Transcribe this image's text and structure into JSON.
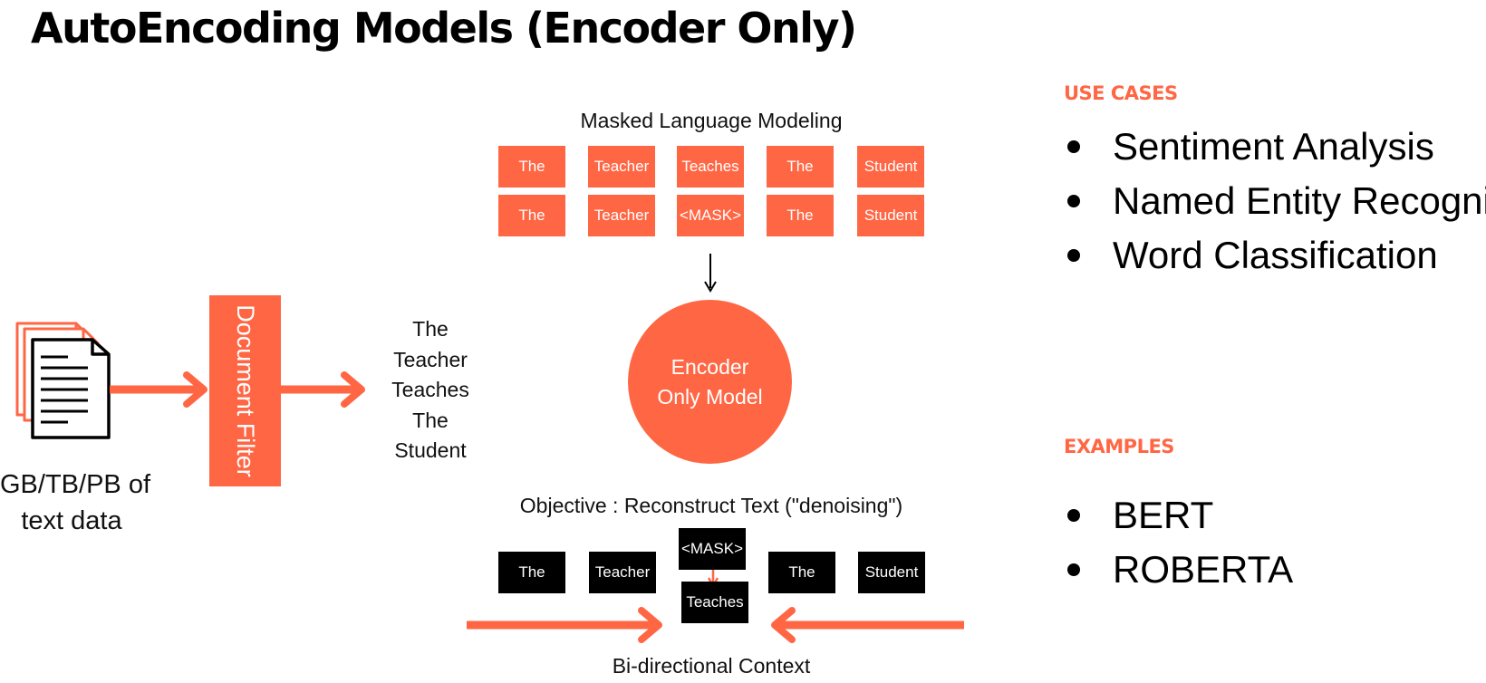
{
  "title": "AutoEncoding Models (Encoder Only)",
  "input": {
    "data_label_line1": "GB/TB/PB of",
    "data_label_line2": "text data",
    "filter_label": "Document Filter",
    "sentence_words": [
      "The",
      "Teacher",
      "Teaches",
      "The",
      "Student"
    ]
  },
  "mlm": {
    "label": "Masked Language Modeling",
    "original_tokens": [
      "The",
      "Teacher",
      "Teaches",
      "The",
      "Student"
    ],
    "masked_tokens": [
      "The",
      "Teacher",
      "<MASK>",
      "The",
      "Student"
    ]
  },
  "encoder": {
    "line1": "Encoder",
    "line2": "Only Model"
  },
  "objective": {
    "label": "Objective : Reconstruct Text (\"denoising\")",
    "tokens": [
      "The",
      "Teacher",
      "<MASK>",
      "The",
      "Student"
    ],
    "reconstructed": "Teaches",
    "context_label": "Bi-directional Context"
  },
  "use_cases": {
    "heading": "USE CASES",
    "items": [
      "Sentiment Analysis",
      "Named Entity Recognition",
      "Word Classification"
    ]
  },
  "examples": {
    "heading": "EXAMPLES",
    "items": [
      "BERT",
      "ROBERTA"
    ]
  },
  "colors": {
    "accent": "#ff6644",
    "dark": "#000000",
    "background": "#ffffff"
  }
}
